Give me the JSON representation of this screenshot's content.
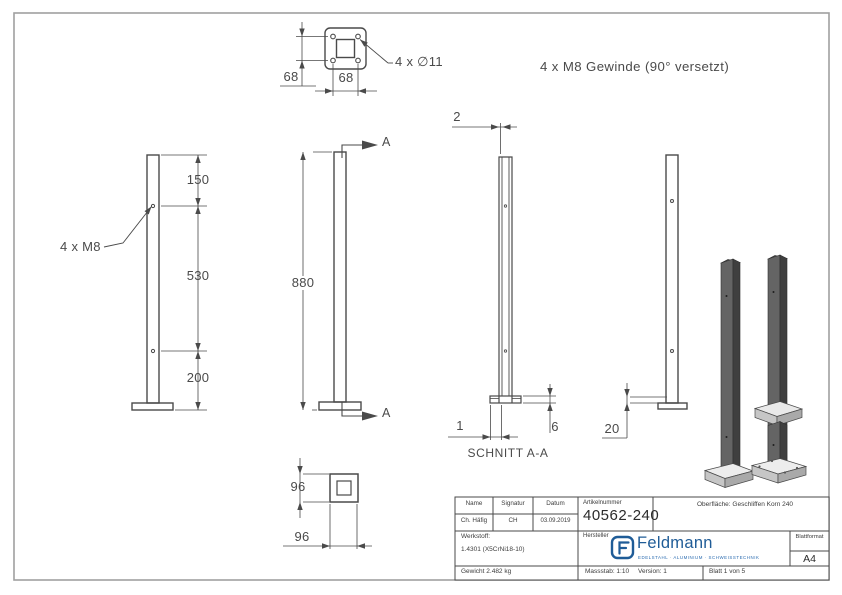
{
  "sheet": {
    "note": "4 x M8 Gewinde (90° versetzt)",
    "section_caption": "SCHNITT A-A",
    "section_marker": "A"
  },
  "labels": {
    "holes": "4 x ∅11",
    "thread": "4 x M8"
  },
  "dimensions": {
    "flange_hole_spacing_v": "68",
    "flange_hole_spacing_h": "68",
    "post_top": "150",
    "post_mid": "530",
    "post_bottom": "200",
    "overall_height": "880",
    "wall_thickness": "2",
    "flange_lip": "1",
    "flange_thickness": "6",
    "cover_plate_offset": "20",
    "base_width": "96",
    "base_height": "96"
  },
  "title_block": {
    "name_label": "Name",
    "signatur_label": "Signatur",
    "datum_label": "Datum",
    "name_value": "Ch. Häfig",
    "signatur_value": "CH",
    "datum_value": "03.09.2019",
    "artikelnummer_label": "Artikelnummer",
    "artikelnummer_value": "40562-240",
    "oberflaeche": "Oberfläche:  Geschliffen Korn 240",
    "werkstoff_label": "Werkstoff:",
    "werkstoff_value": "1.4301 (X5CrNi18-10)",
    "hersteller_label": "Hersteller",
    "gewicht": "Gewicht 2.482 kg",
    "massstab": "Massstab: 1:10",
    "version": "Version: 1",
    "blatt": "Blatt 1 von 5",
    "blattformat_label": "Blattformat",
    "blattformat_value": "A4",
    "logo_text": "Feldmann",
    "logo_tagline": "EDELSTAHL · ALUMINIUM · SCHWEISSTECHNIK"
  },
  "colors": {
    "line": "#4a4a4a",
    "frame": "#a0a0a0",
    "logo_blue": "#1f5c97",
    "render_dark": "#3f3f3f",
    "render_mid": "#646464",
    "render_plate": "#ededed"
  }
}
